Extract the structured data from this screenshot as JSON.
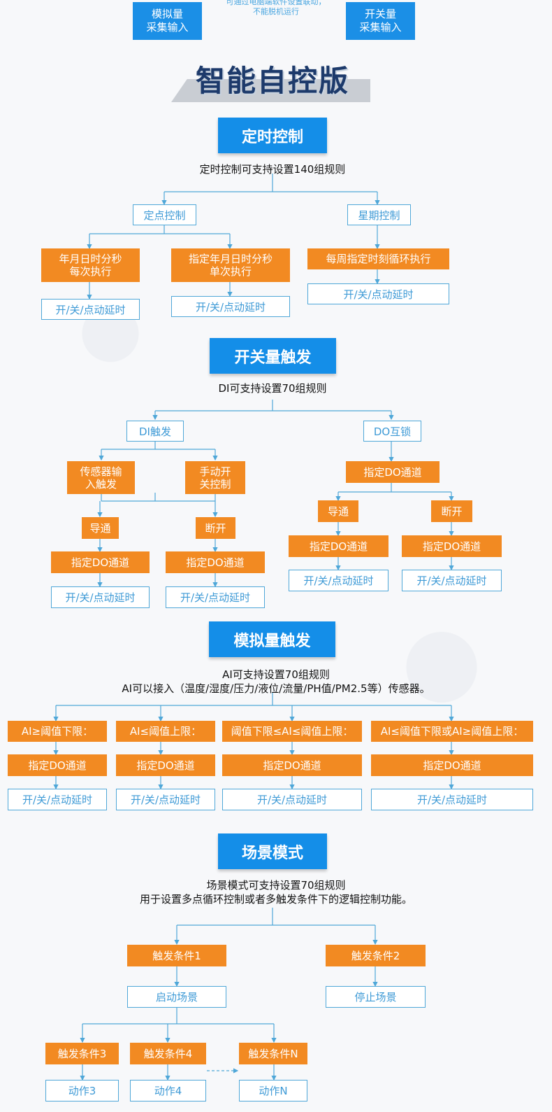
{
  "top": {
    "analog_btn": "模拟量\n采集输入",
    "switch_btn": "开关量\n采集输入",
    "note": "可通过电脑端软件设置联动，\n不能脱机运行"
  },
  "main_title": "智能自控版",
  "timer": {
    "header": "定时控制",
    "desc": "定时控制可支持设置140组规则",
    "fixed": "定点控制",
    "weekly": "星期控制",
    "every": "年月日时分秒\n每次执行",
    "single": "指定年月日时分秒\n单次执行",
    "weekly_exec": "每周指定时刻循环执行",
    "action": "开/关/点动延时"
  },
  "di": {
    "header": "开关量触发",
    "desc": "DI可支持设置70组规则",
    "di_trigger": "DI触发",
    "do_interlock": "DO互锁",
    "sensor": "传感器输\n入触发",
    "manual": "手动开\n关控制",
    "on": "导通",
    "off": "断开",
    "do_channel": "指定DO通道",
    "action": "开/关/点动延时"
  },
  "ai": {
    "header": "模拟量触发",
    "desc": "AI可支持设置70组规则\nAI可以接入（温度/湿度/压力/液位/流量/PH值/PM2.5等）传感器。",
    "cond1": "AI≥阈值下限：",
    "cond2": "AI≤阈值上限：",
    "cond3": "阈值下限≤AI≤阈值上限：",
    "cond4": "AI≤阈值下限或AI≥阈值上限：",
    "do_channel": "指定DO通道",
    "action": "开/关/点动延时"
  },
  "scene": {
    "header": "场景模式",
    "desc": "场景模式可支持设置70组规则\n用于设置多点循环控制或者多触发条件下的逻辑控制功能。",
    "cond1": "触发条件1",
    "cond2": "触发条件2",
    "start": "启动场景",
    "stop": "停止场景",
    "cond3": "触发条件3",
    "cond4": "触发条件4",
    "condN": "触发条件N",
    "act3": "动作3",
    "act4": "动作4",
    "actN": "动作N"
  },
  "colors": {
    "blue": "#148ee8",
    "orange": "#f28a22",
    "line": "#4fa7d8",
    "title": "#1d3a6b"
  }
}
